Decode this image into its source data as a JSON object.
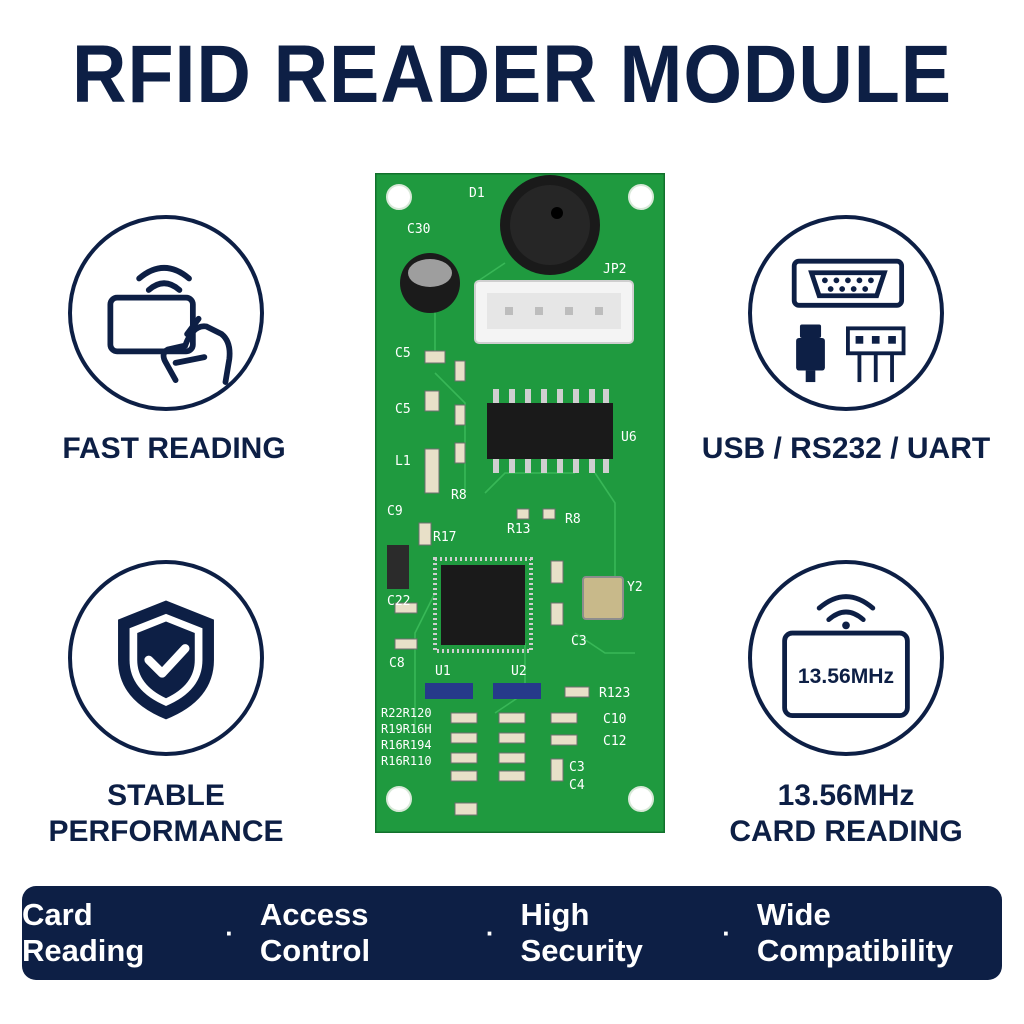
{
  "title": "RFID READER MODULE",
  "features": {
    "fast_reading": "FAST READING",
    "interfaces": "USB / RS232 / UART",
    "stable_line1": "STABLE",
    "stable_line2": "PERFORMANCE",
    "freq_line1": "13.56MHz",
    "freq_line2": "CARD READING",
    "freq_badge": "13.56MHz"
  },
  "icons": [
    "rfid-card-hand-icon",
    "connector-ports-icon",
    "shield-check-icon",
    "nfc-frequency-icon"
  ],
  "board_labels": {
    "d1": "D1",
    "c30": "C30",
    "jp2": "JP2",
    "c5a": "C5",
    "c5b": "C5",
    "l1": "L1",
    "u6": "U6",
    "r8a": "R8",
    "r8b": "R8",
    "r13": "R13",
    "r17": "R17",
    "c9": "C9",
    "c22": "C22",
    "c8": "C8",
    "y2": "Y2",
    "u1": "U1",
    "u2": "U2",
    "c3": "C3",
    "r123": "R123",
    "c10": "C10",
    "c12": "C12",
    "c3b": "C3",
    "c4": "C4",
    "r22": "R22R120",
    "r19": "R19R16H",
    "r16a": "R16R194",
    "r16b": "R16R110"
  },
  "bottom_bar": {
    "items": [
      "Card Reading",
      "Access Control",
      "High Security",
      "Wide Compatibility"
    ],
    "separator": "·"
  },
  "colors": {
    "navy": "#0d1f45",
    "pcb_green": "#1f9a3f",
    "white": "#ffffff"
  }
}
